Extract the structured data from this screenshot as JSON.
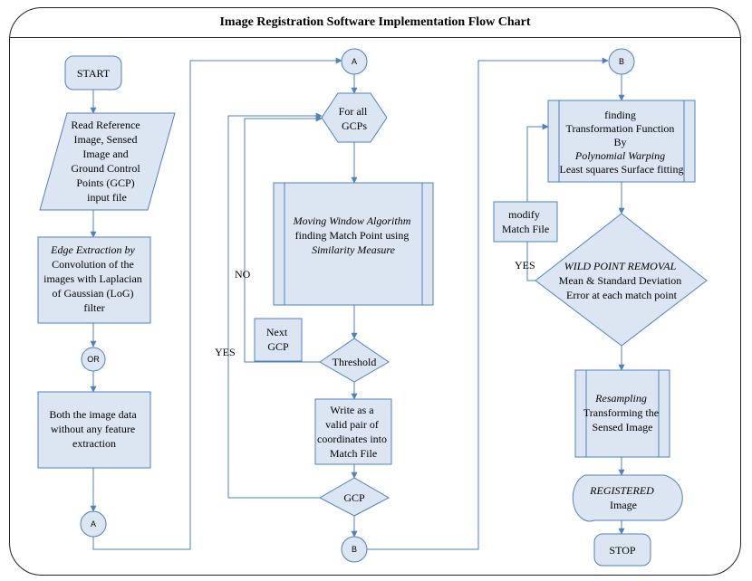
{
  "title": "Image Registration Software Implementation Flow Chart",
  "nodes": {
    "start": "START",
    "read_input": [
      "Read Reference",
      "Image, Sensed",
      "Image and",
      "Ground Control",
      "Points (GCP)",
      "input file"
    ],
    "edge_extraction": [
      "Edge Extraction by",
      "Convolution of  the",
      "images with  Laplacian",
      "of Gaussian (LoG)",
      "filter"
    ],
    "or_connector": "OR",
    "both_image_data": [
      "Both the image data",
      "without any feature",
      "extraction"
    ],
    "connector_a": "A",
    "connector_b": "B",
    "for_all_gcps": [
      "For all",
      "GCPs"
    ],
    "moving_window": [
      "Moving Window Algorithm",
      "finding Match Point using",
      "Similarity Measure"
    ],
    "next_gcp": [
      "Next",
      "GCP"
    ],
    "threshold": "Threshold",
    "write_pair": [
      "Write as a",
      "valid pair of",
      "coordinates into",
      "Match File"
    ],
    "gcp_decision": "GCP",
    "transformation": [
      "finding",
      "Transformation Function",
      "By",
      "Polynomial Warping",
      "Least squares Surface fitting"
    ],
    "modify_match": [
      "modify",
      "Match File"
    ],
    "wild_point": [
      "WILD POINT REMOVAL",
      "Mean & Standard Deviation",
      "Error at each match point"
    ],
    "resampling": [
      "Resampling",
      "Transforming the",
      "Sensed Image"
    ],
    "registered": [
      "REGISTERED",
      "Image"
    ],
    "stop": "STOP"
  },
  "edge_labels": {
    "no": "NO",
    "yes_left": "YES",
    "yes_right": "YES"
  },
  "colors": {
    "fill": "#dce6f2",
    "stroke": "#4f81bd",
    "arrow": "#4f81bd",
    "frame": "#222222"
  }
}
